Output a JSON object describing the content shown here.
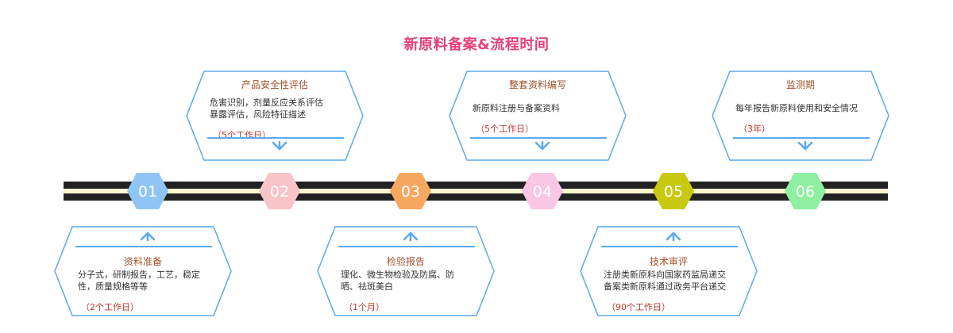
{
  "title": "新原料备案&流程时间",
  "colors": {
    "title": "#e5407a",
    "card_border": "#5aa9f0",
    "card_title": "#a0522d",
    "duration": "#c0392b",
    "track_dark": "#222222",
    "track_light": "#fff7cf"
  },
  "steps": [
    {
      "num": "01",
      "color": "#8ec5f5",
      "position": "bottom",
      "title": "资料准备",
      "lines": [
        "分子式，研制报告，工艺，稳定",
        "性，质量规格等等"
      ],
      "duration": "（2个工作日）"
    },
    {
      "num": "02",
      "color": "#f8c4c8",
      "position": "top",
      "title": "产品安全性评估",
      "lines": [
        "危害识别，剂量反应关系评估",
        "暴露评估，风险特征描述"
      ],
      "duration": "（5个工作日）"
    },
    {
      "num": "03",
      "color": "#f7a860",
      "position": "bottom",
      "title": "检验报告",
      "lines": [
        "理化、微生物检验及防腐、防",
        "晒、祛斑美白"
      ],
      "duration": "（1个月）"
    },
    {
      "num": "04",
      "color": "#f9c6e3",
      "position": "top",
      "title": "整套资料编写",
      "lines": [
        "新原料注册与备案资料"
      ],
      "duration": "（5个工作日）"
    },
    {
      "num": "05",
      "color": "#c8c80e",
      "position": "bottom",
      "title": "技术审评",
      "lines": [
        "注册类新原料向国家药监局递交",
        "备案类新原料通过政务平台递交"
      ],
      "duration": "（90个工作日）"
    },
    {
      "num": "06",
      "color": "#8ef0a0",
      "position": "top",
      "title": "监测期",
      "lines": [
        "每年报告新原料使用和安全情况"
      ],
      "duration": "（3年）"
    }
  ]
}
